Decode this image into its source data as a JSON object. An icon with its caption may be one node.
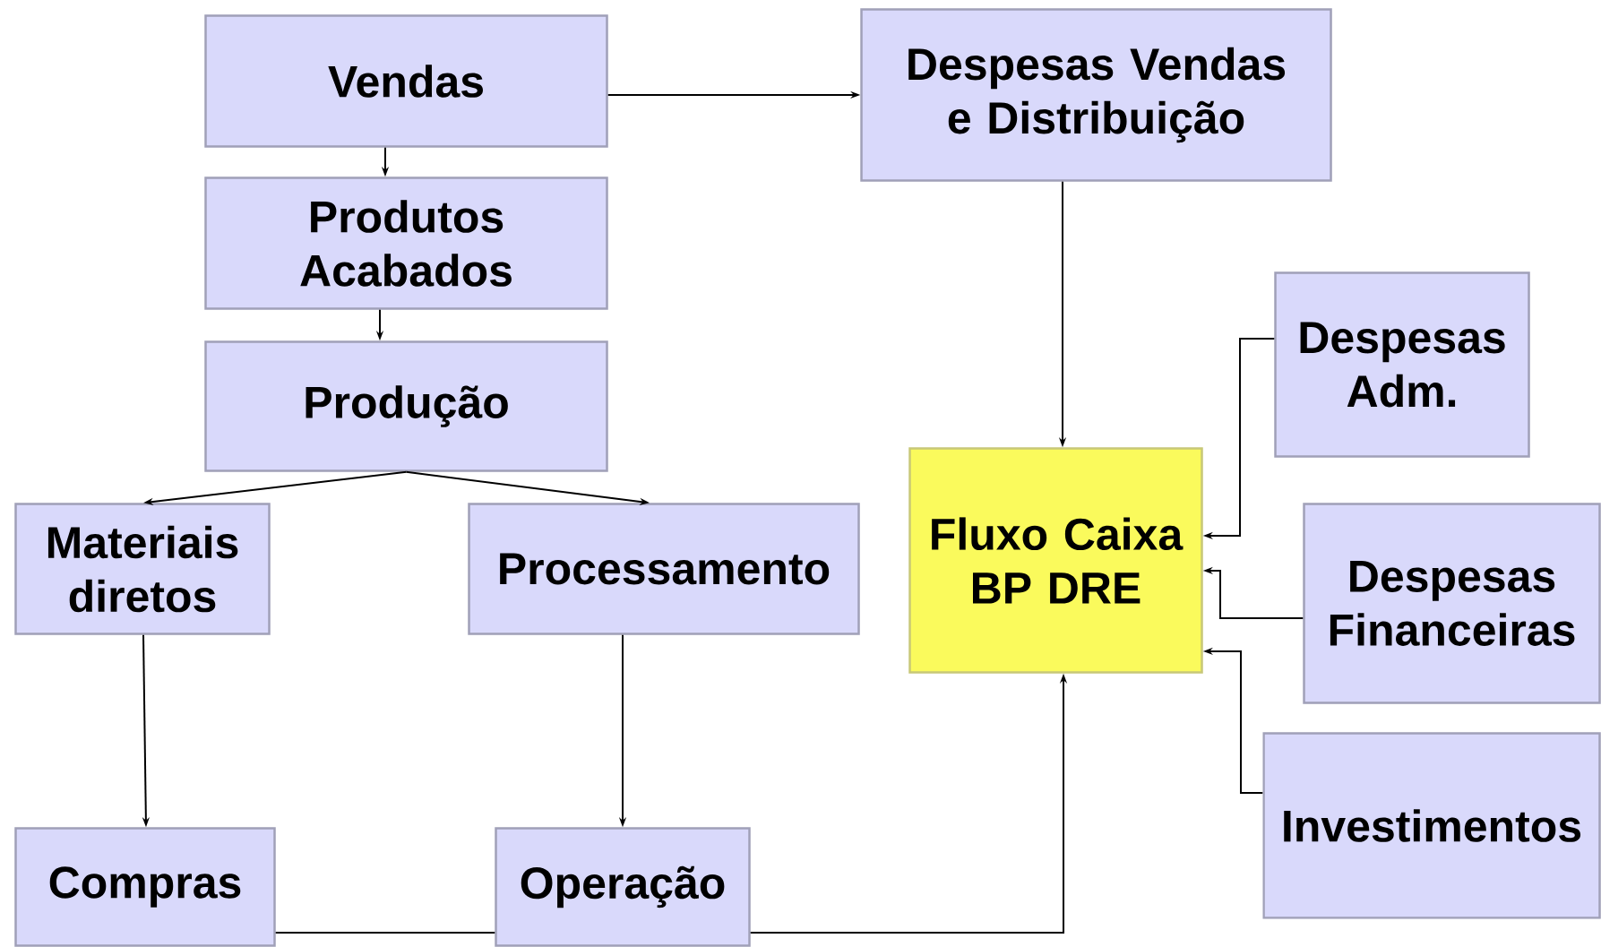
{
  "diagram": {
    "nodes": [
      {
        "text": [
          "Vendas"
        ]
      },
      {
        "text": [
          "Despesas Vendas e Distribuição"
        ]
      },
      {
        "text": [
          "Produtos Acabados"
        ]
      },
      {
        "text": [
          "Produção"
        ]
      },
      {
        "text": [
          "Materiais diretos"
        ]
      },
      {
        "text": [
          "Processamento"
        ]
      },
      {
        "text": [
          "Fluxo Caixa BP DRE"
        ]
      },
      {
        "text": [
          "Despesas Adm."
        ]
      },
      {
        "text": [
          "Despesas Financeiras"
        ]
      },
      {
        "text": [
          "Compras"
        ]
      },
      {
        "text": [
          "Operação"
        ]
      },
      {
        "text": [
          "Investimentos"
        ]
      }
    ],
    "edges": [
      {
        "from": 0,
        "to": 1,
        "arrow": "to"
      },
      {
        "from": 0,
        "to": 2,
        "arrow": "to"
      },
      {
        "from": 2,
        "to": 3,
        "arrow": "to"
      },
      {
        "from": 3,
        "to": 4,
        "arrow": "to"
      },
      {
        "from": 3,
        "to": 5,
        "arrow": "to"
      },
      {
        "from": 1,
        "to": 6,
        "arrow": "to"
      },
      {
        "from": 4,
        "to": 9,
        "arrow": "to"
      },
      {
        "from": 5,
        "to": 10,
        "arrow": "to"
      },
      {
        "from": 9,
        "to": 10,
        "arrow": "none"
      },
      {
        "from": 10,
        "to": 6,
        "arrow": "to"
      },
      {
        "from": 7,
        "to": 6,
        "arrow": "to"
      },
      {
        "from": 8,
        "to": 6,
        "arrow": "to"
      },
      {
        "from": 11,
        "to": 6,
        "arrow": "to"
      }
    ]
  }
}
